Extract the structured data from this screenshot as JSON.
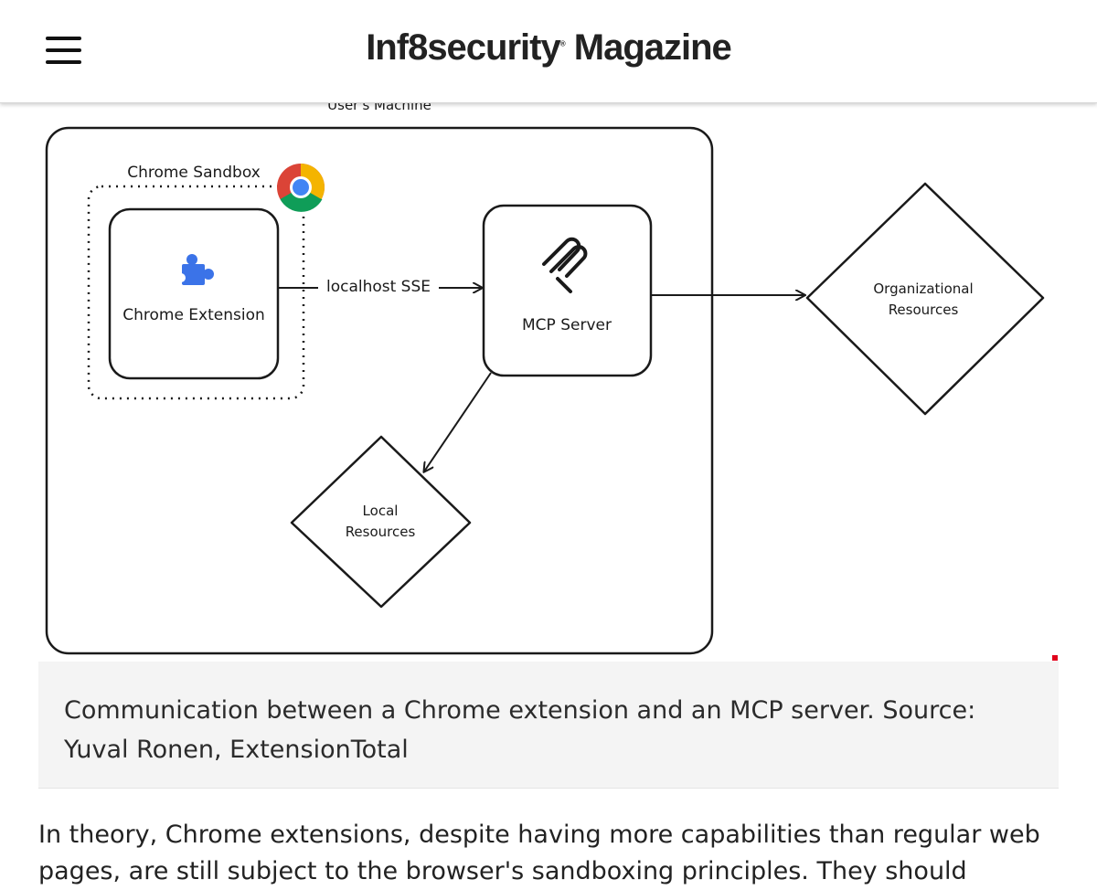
{
  "header": {
    "menu_icon": "hamburger-menu-icon",
    "brand_prefix": "Inf",
    "brand_8": "8",
    "brand_suffix": "security",
    "brand_reg": "®",
    "brand_magazine": " Magazine"
  },
  "diagram": {
    "outer_label": "User's Machine",
    "sandbox_label": "Chrome Sandbox",
    "extension_label": "Chrome Extension",
    "connector_label": "localhost SSE",
    "mcp_label": "MCP Server",
    "org_line1": "Organizational",
    "org_line2": "Resources",
    "local_line1": "Local",
    "local_line2": "Resources",
    "icons": [
      "chrome-logo-icon",
      "puzzle-piece-icon",
      "mcp-logo-icon"
    ],
    "colors": {
      "puzzle": "#3b73e8",
      "chrome_red": "#db4437",
      "chrome_yellow": "#f4b400",
      "chrome_green": "#0f9d58",
      "chrome_blue": "#4285f4"
    }
  },
  "caption": "Communication between a Chrome extension and an MCP server. Source: Yuval Ronen, ExtensionTotal",
  "article": {
    "paragraph": "In theory, Chrome extensions, despite having more capabilities than regular web pages, are still subject to the browser's sandboxing principles. They should"
  },
  "accent_color": "#e0001b"
}
